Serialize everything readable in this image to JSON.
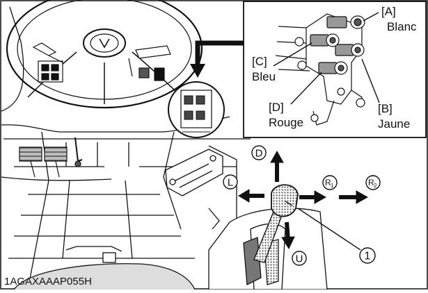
{
  "figure_code": "1AGAXAAAP055H",
  "inset_labels": [
    {
      "id": "a",
      "code": "[A]",
      "name": "Blanc"
    },
    {
      "id": "b",
      "code": "[B]",
      "name": "Jaune"
    },
    {
      "id": "c",
      "code": "[C]",
      "name": "Bleu"
    },
    {
      "id": "d",
      "code": "[D]",
      "name": "Rouge"
    }
  ],
  "lever_directions": {
    "down": "D",
    "up": "U",
    "left": "L",
    "right1_letter": "R",
    "right1_sub": "1",
    "right2_letter": "R",
    "right2_sub": "2"
  },
  "callout_number": "1",
  "colors": {
    "line": "#111111",
    "shade": "#8c8c8c",
    "light_shade": "#c8c8c8",
    "background": "#ffffff"
  }
}
